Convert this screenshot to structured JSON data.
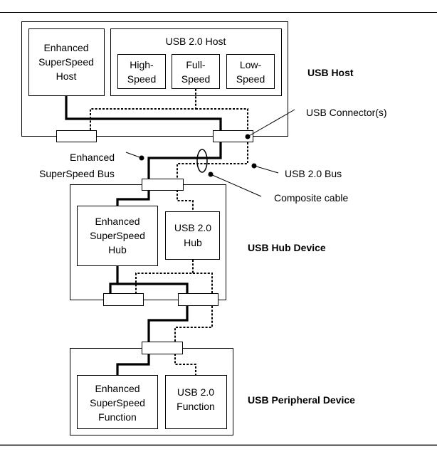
{
  "host": {
    "title": "USB Host",
    "enhanced_host": [
      "Enhanced",
      "SuperSpeed",
      "Host"
    ],
    "usb2_host": "USB 2.0 Host",
    "high_speed": [
      "High-",
      "Speed"
    ],
    "full_speed": [
      "Full-",
      "Speed"
    ],
    "low_speed": [
      "Low-",
      "Speed"
    ]
  },
  "callouts": {
    "connectors": "USB Connector(s)",
    "enhanced_bus": [
      "Enhanced",
      "SuperSpeed Bus"
    ],
    "usb2_bus": "USB 2.0 Bus",
    "composite_cable": "Composite cable"
  },
  "hub": {
    "title": "USB Hub Device",
    "enhanced_hub": [
      "Enhanced",
      "SuperSpeed",
      "Hub"
    ],
    "usb2_hub": [
      "USB 2.0",
      "Hub"
    ]
  },
  "peripheral": {
    "title": "USB Peripheral Device",
    "enhanced_function": [
      "Enhanced",
      "SuperSpeed",
      "Function"
    ],
    "usb2_function": [
      "USB 2.0",
      "Function"
    ]
  }
}
